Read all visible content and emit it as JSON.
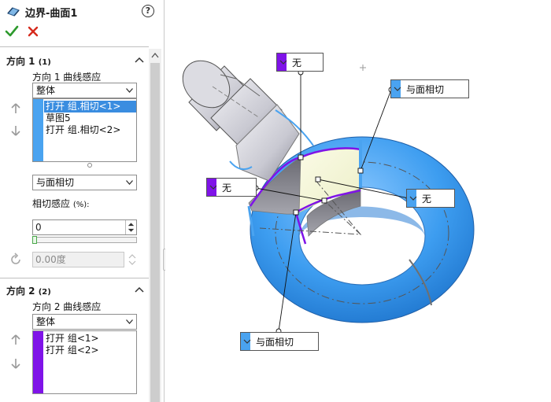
{
  "panel": {
    "title": "边界-曲面1",
    "help_symbol": "?",
    "direction1": {
      "header": "方向 1",
      "count": "(1)",
      "curve_label": "方向 1 曲线感应",
      "curve_value": "整体",
      "items": [
        "打开 组.相切<1>",
        "草图5",
        "打开 组.相切<2>"
      ],
      "selected_index": 0,
      "stripe_color": "#4aa3f0",
      "tangent_value": "与面相切",
      "influence_label": "相切感应",
      "influence_unit": "(%):",
      "influence_value": "0",
      "angle_value": "0.00度"
    },
    "direction2": {
      "header": "方向 2",
      "count": "(2)",
      "curve_label": "方向 2 曲线感应",
      "curve_value": "整体",
      "items": [
        "打开 组<1>",
        "打开 组<2>"
      ],
      "stripe_color": "#7f13e8"
    }
  },
  "callouts": [
    {
      "name": "callout-top",
      "text": "无",
      "color": "#7f13e8"
    },
    {
      "name": "callout-top-right",
      "text": "与面相切",
      "color": "#4aa3f0"
    },
    {
      "name": "callout-left",
      "text": "无",
      "color": "#7f13e8"
    },
    {
      "name": "callout-right",
      "text": "无",
      "color": "#4aa3f0"
    },
    {
      "name": "callout-bottom",
      "text": "与面相切",
      "color": "#4aa3f0"
    }
  ],
  "colors": {
    "accent_blue": "#3a8de0",
    "surface_blue": "#3d9df0",
    "boundary_purple": "#7f13e8",
    "ok_green": "#2d9a2d",
    "cancel_red": "#d62a1c"
  },
  "icons": [
    "boundary-surface-icon",
    "help-icon",
    "ok-check-icon",
    "cancel-x-icon",
    "arrow-up-icon",
    "arrow-down-icon",
    "rotate-icon",
    "chevron-down-icon",
    "collapse-caret-icon"
  ]
}
